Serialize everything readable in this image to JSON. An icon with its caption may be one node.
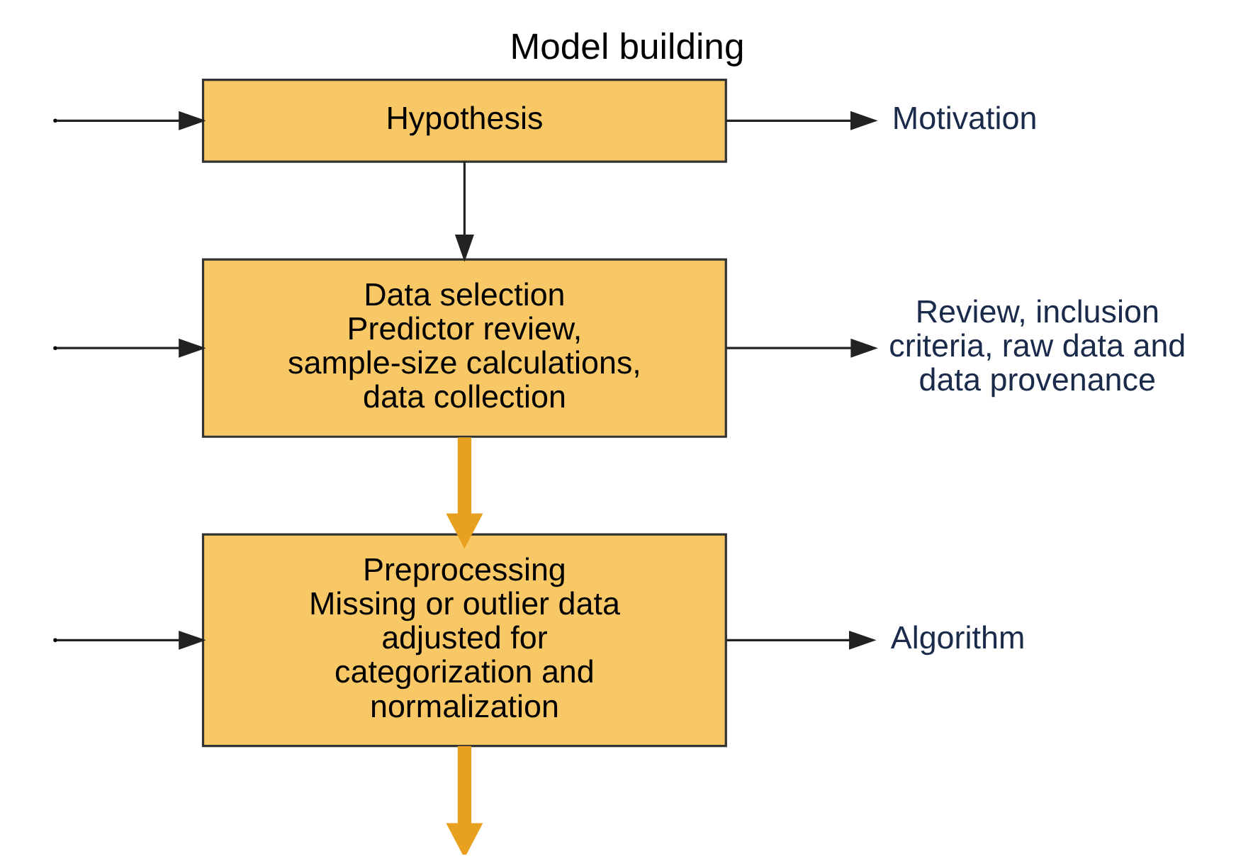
{
  "diagram": {
    "title": "Model building",
    "nodes": [
      {
        "text": [
          "Hypothesis"
        ]
      },
      {
        "text": [
          "Data selection",
          "Predictor review, sample-size calculations, data collection"
        ]
      },
      {
        "text": [
          "Preprocessing",
          "Missing or outlier data adjusted for categorization and normalization"
        ]
      },
      {
        "text": [
          "Motivation"
        ]
      },
      {
        "text": [
          "Review, inclusion criteria, raw data and data provenance"
        ]
      },
      {
        "text": [
          "Algorithm"
        ]
      }
    ],
    "edges": [
      {
        "from": null,
        "to": 0,
        "arrow": "to"
      },
      {
        "from": null,
        "to": 1,
        "arrow": "to"
      },
      {
        "from": null,
        "to": 2,
        "arrow": "to"
      },
      {
        "from": 0,
        "to": 3,
        "arrow": "to"
      },
      {
        "from": 1,
        "to": 4,
        "arrow": "to"
      },
      {
        "from": 2,
        "to": 5,
        "arrow": "to"
      },
      {
        "from": 0,
        "to": 1,
        "arrow": "to"
      },
      {
        "from": 1,
        "to": 2,
        "arrow": "to",
        "style": "thick",
        "color": "#e8a020"
      },
      {
        "from": 2,
        "to": null,
        "arrow": "to",
        "style": "thick",
        "color": "#e8a020"
      }
    ]
  }
}
